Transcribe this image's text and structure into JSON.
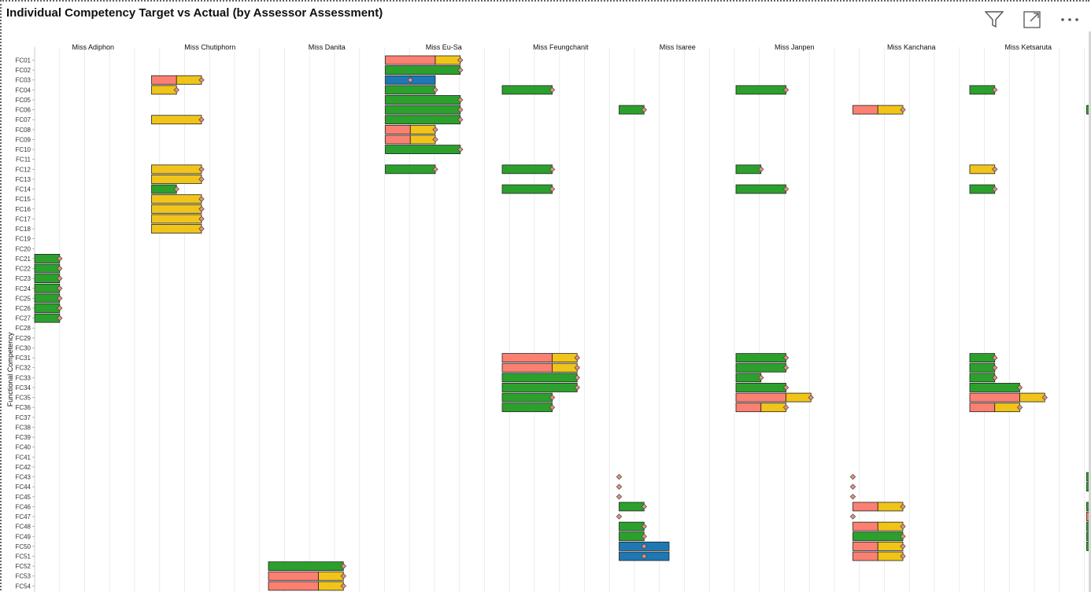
{
  "title": "Individual Competency Target vs Actual (by Assessor Assessment)",
  "toolbar": {
    "filter_icon": "filter-icon",
    "focus_icon": "focus-mode-icon",
    "more_icon": "more-options-icon"
  },
  "colors": {
    "green": "#2ca02c",
    "salmon": "#fa8072",
    "yellow": "#f0c419",
    "blue": "#1f77b4",
    "diamond": "#e8907e"
  },
  "chart_data": {
    "type": "bar",
    "orientation": "horizontal",
    "ylabel": "Functional Competency",
    "categories": [
      "FC01",
      "FC02",
      "FC03",
      "FC04",
      "FC05",
      "FC06",
      "FC07",
      "FC08",
      "FC09",
      "FC10",
      "FC11",
      "FC12",
      "FC13",
      "FC14",
      "FC15",
      "FC16",
      "FC17",
      "FC18",
      "FC19",
      "FC20",
      "FC21",
      "FC22",
      "FC23",
      "FC24",
      "FC25",
      "FC26",
      "FC27",
      "FC28",
      "FC29",
      "FC30",
      "FC31",
      "FC32",
      "FC33",
      "FC34",
      "FC35",
      "FC36",
      "FC37",
      "FC38",
      "FC39",
      "FC40",
      "FC41",
      "FC42",
      "FC43",
      "FC44",
      "FC45",
      "FC46",
      "FC47",
      "FC48",
      "FC49",
      "FC50",
      "FC51",
      "FC52",
      "FC53",
      "FC54"
    ],
    "xlim": [
      0,
      5
    ],
    "legend": "none",
    "panels": [
      {
        "name": "Miss Adiphon",
        "bars": [
          {
            "cat": "FC21",
            "segments": [
              [
                "green",
                1
              ]
            ],
            "target": 1
          },
          {
            "cat": "FC22",
            "segments": [
              [
                "green",
                1
              ]
            ],
            "target": 1
          },
          {
            "cat": "FC23",
            "segments": [
              [
                "green",
                1
              ]
            ],
            "target": 1
          },
          {
            "cat": "FC24",
            "segments": [
              [
                "green",
                1
              ]
            ],
            "target": 1
          },
          {
            "cat": "FC25",
            "segments": [
              [
                "green",
                1
              ]
            ],
            "target": 1
          },
          {
            "cat": "FC26",
            "segments": [
              [
                "green",
                1
              ]
            ],
            "target": 1
          },
          {
            "cat": "FC27",
            "segments": [
              [
                "green",
                1
              ]
            ],
            "target": 1
          }
        ]
      },
      {
        "name": "Miss Chutiphorn",
        "bars": [
          {
            "cat": "FC03",
            "segments": [
              [
                "salmon",
                1
              ],
              [
                "yellow",
                1
              ]
            ],
            "target": 2
          },
          {
            "cat": "FC04",
            "segments": [
              [
                "yellow",
                1
              ]
            ],
            "target": 1
          },
          {
            "cat": "FC07",
            "segments": [
              [
                "yellow",
                2
              ]
            ],
            "target": 2
          },
          {
            "cat": "FC12",
            "segments": [
              [
                "yellow",
                2
              ]
            ],
            "target": 2
          },
          {
            "cat": "FC13",
            "segments": [
              [
                "yellow",
                2
              ]
            ],
            "target": 2
          },
          {
            "cat": "FC14",
            "segments": [
              [
                "green",
                1
              ]
            ],
            "target": 1
          },
          {
            "cat": "FC15",
            "segments": [
              [
                "yellow",
                2
              ]
            ],
            "target": 2
          },
          {
            "cat": "FC16",
            "segments": [
              [
                "yellow",
                2
              ]
            ],
            "target": 2
          },
          {
            "cat": "FC17",
            "segments": [
              [
                "yellow",
                2
              ]
            ],
            "target": 2
          },
          {
            "cat": "FC18",
            "segments": [
              [
                "yellow",
                2
              ]
            ],
            "target": 2
          }
        ]
      },
      {
        "name": "Miss Danita",
        "bars": [
          {
            "cat": "FC52",
            "segments": [
              [
                "green",
                3
              ]
            ],
            "target": 3
          },
          {
            "cat": "FC53",
            "segments": [
              [
                "salmon",
                2
              ],
              [
                "yellow",
                1
              ]
            ],
            "target": 3
          },
          {
            "cat": "FC54",
            "segments": [
              [
                "salmon",
                2
              ],
              [
                "yellow",
                1
              ]
            ],
            "target": 3
          }
        ]
      },
      {
        "name": "Miss Eu-Sa",
        "bars": [
          {
            "cat": "FC01",
            "segments": [
              [
                "salmon",
                2
              ],
              [
                "yellow",
                1
              ]
            ],
            "target": 3
          },
          {
            "cat": "FC02",
            "segments": [
              [
                "green",
                3
              ]
            ],
            "target": 3
          },
          {
            "cat": "FC03",
            "segments": [
              [
                "blue",
                2
              ]
            ],
            "target": 1
          },
          {
            "cat": "FC04",
            "segments": [
              [
                "green",
                2
              ]
            ],
            "target": 2
          },
          {
            "cat": "FC05",
            "segments": [
              [
                "green",
                3
              ]
            ],
            "target": 3
          },
          {
            "cat": "FC06",
            "segments": [
              [
                "green",
                3
              ]
            ],
            "target": 3
          },
          {
            "cat": "FC07",
            "segments": [
              [
                "green",
                3
              ]
            ],
            "target": 3
          },
          {
            "cat": "FC08",
            "segments": [
              [
                "salmon",
                1
              ],
              [
                "yellow",
                1
              ]
            ],
            "target": 2
          },
          {
            "cat": "FC09",
            "segments": [
              [
                "salmon",
                1
              ],
              [
                "yellow",
                1
              ]
            ],
            "target": 2
          },
          {
            "cat": "FC10",
            "segments": [
              [
                "green",
                3
              ]
            ],
            "target": 3
          },
          {
            "cat": "FC12",
            "segments": [
              [
                "green",
                2
              ]
            ],
            "target": 2
          }
        ]
      },
      {
        "name": "Miss Feungchanit",
        "bars": [
          {
            "cat": "FC04",
            "segments": [
              [
                "green",
                2
              ]
            ],
            "target": 2
          },
          {
            "cat": "FC12",
            "segments": [
              [
                "green",
                2
              ]
            ],
            "target": 2
          },
          {
            "cat": "FC14",
            "segments": [
              [
                "green",
                2
              ]
            ],
            "target": 2
          },
          {
            "cat": "FC31",
            "segments": [
              [
                "salmon",
                2
              ],
              [
                "yellow",
                1
              ]
            ],
            "target": 3
          },
          {
            "cat": "FC32",
            "segments": [
              [
                "salmon",
                2
              ],
              [
                "yellow",
                1
              ]
            ],
            "target": 3
          },
          {
            "cat": "FC33",
            "segments": [
              [
                "green",
                3
              ]
            ],
            "target": 3
          },
          {
            "cat": "FC34",
            "segments": [
              [
                "green",
                3
              ]
            ],
            "target": 3
          },
          {
            "cat": "FC35",
            "segments": [
              [
                "green",
                2
              ]
            ],
            "target": 2
          },
          {
            "cat": "FC36",
            "segments": [
              [
                "green",
                2
              ]
            ],
            "target": 2
          }
        ]
      },
      {
        "name": "Miss Isaree",
        "bars": [
          {
            "cat": "FC06",
            "segments": [
              [
                "green",
                1
              ]
            ],
            "target": 1
          },
          {
            "cat": "FC43",
            "segments": [],
            "target": 0
          },
          {
            "cat": "FC44",
            "segments": [],
            "target": 0
          },
          {
            "cat": "FC45",
            "segments": [],
            "target": 0
          },
          {
            "cat": "FC46",
            "segments": [
              [
                "green",
                1
              ]
            ],
            "target": 1
          },
          {
            "cat": "FC47",
            "segments": [],
            "target": 0
          },
          {
            "cat": "FC48",
            "segments": [
              [
                "green",
                1
              ]
            ],
            "target": 1
          },
          {
            "cat": "FC49",
            "segments": [
              [
                "green",
                1
              ]
            ],
            "target": 1
          },
          {
            "cat": "FC50",
            "segments": [
              [
                "blue",
                2
              ]
            ],
            "target": 1
          },
          {
            "cat": "FC51",
            "segments": [
              [
                "blue",
                2
              ]
            ],
            "target": 1
          }
        ]
      },
      {
        "name": "Miss Janpen",
        "bars": [
          {
            "cat": "FC04",
            "segments": [
              [
                "green",
                2
              ]
            ],
            "target": 2
          },
          {
            "cat": "FC12",
            "segments": [
              [
                "green",
                1
              ]
            ],
            "target": 1
          },
          {
            "cat": "FC14",
            "segments": [
              [
                "green",
                2
              ]
            ],
            "target": 2
          },
          {
            "cat": "FC31",
            "segments": [
              [
                "green",
                2
              ]
            ],
            "target": 2
          },
          {
            "cat": "FC32",
            "segments": [
              [
                "green",
                2
              ]
            ],
            "target": 2
          },
          {
            "cat": "FC33",
            "segments": [
              [
                "green",
                1
              ]
            ],
            "target": 1
          },
          {
            "cat": "FC34",
            "segments": [
              [
                "green",
                2
              ]
            ],
            "target": 2
          },
          {
            "cat": "FC35",
            "segments": [
              [
                "salmon",
                2
              ],
              [
                "yellow",
                1
              ]
            ],
            "target": 3
          },
          {
            "cat": "FC36",
            "segments": [
              [
                "salmon",
                1
              ],
              [
                "yellow",
                1
              ]
            ],
            "target": 2
          }
        ]
      },
      {
        "name": "Miss Kanchana",
        "bars": [
          {
            "cat": "FC06",
            "segments": [
              [
                "salmon",
                1
              ],
              [
                "yellow",
                1
              ]
            ],
            "target": 2
          },
          {
            "cat": "FC43",
            "segments": [],
            "target": 0
          },
          {
            "cat": "FC44",
            "segments": [],
            "target": 0
          },
          {
            "cat": "FC45",
            "segments": [],
            "target": 0
          },
          {
            "cat": "FC46",
            "segments": [
              [
                "salmon",
                1
              ],
              [
                "yellow",
                1
              ]
            ],
            "target": 2
          },
          {
            "cat": "FC47",
            "segments": [],
            "target": 0
          },
          {
            "cat": "FC48",
            "segments": [
              [
                "salmon",
                1
              ],
              [
                "yellow",
                1
              ]
            ],
            "target": 2
          },
          {
            "cat": "FC49",
            "segments": [
              [
                "green",
                2
              ]
            ],
            "target": 2
          },
          {
            "cat": "FC50",
            "segments": [
              [
                "salmon",
                1
              ],
              [
                "yellow",
                1
              ]
            ],
            "target": 2
          },
          {
            "cat": "FC51",
            "segments": [
              [
                "salmon",
                1
              ],
              [
                "yellow",
                1
              ]
            ],
            "target": 2
          }
        ]
      },
      {
        "name": "Miss Ketsaruta",
        "bars": [
          {
            "cat": "FC04",
            "segments": [
              [
                "green",
                1
              ]
            ],
            "target": 1
          },
          {
            "cat": "FC12",
            "segments": [
              [
                "yellow",
                1
              ]
            ],
            "target": 1
          },
          {
            "cat": "FC14",
            "segments": [
              [
                "green",
                1
              ]
            ],
            "target": 1
          },
          {
            "cat": "FC31",
            "segments": [
              [
                "green",
                1
              ]
            ],
            "target": 1
          },
          {
            "cat": "FC32",
            "segments": [
              [
                "green",
                1
              ]
            ],
            "target": 1
          },
          {
            "cat": "FC33",
            "segments": [
              [
                "green",
                1
              ]
            ],
            "target": 1
          },
          {
            "cat": "FC34",
            "segments": [
              [
                "green",
                2
              ]
            ],
            "target": 2
          },
          {
            "cat": "FC35",
            "segments": [
              [
                "salmon",
                2
              ],
              [
                "yellow",
                1
              ]
            ],
            "target": 3
          },
          {
            "cat": "FC36",
            "segments": [
              [
                "salmon",
                1
              ],
              [
                "yellow",
                1
              ]
            ],
            "target": 2
          }
        ]
      }
    ]
  }
}
